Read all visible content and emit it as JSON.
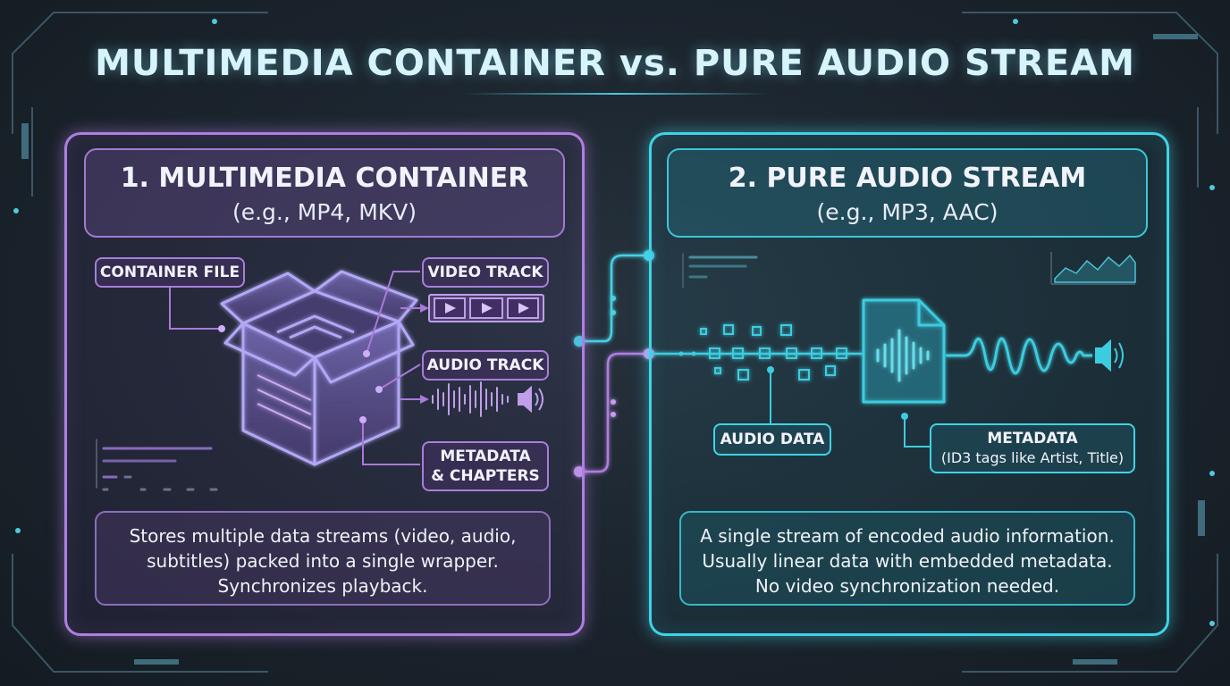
{
  "title": "MULTIMEDIA CONTAINER vs. PURE AUDIO STREAM",
  "left": {
    "heading": "1. MULTIMEDIA CONTAINER",
    "subheading": "(e.g., MP4, MKV)",
    "labels": {
      "container_file": "CONTAINER FILE",
      "video_track": "VIDEO TRACK",
      "audio_track": "AUDIO TRACK",
      "metadata_line1": "METADATA",
      "metadata_line2": "& CHAPTERS"
    },
    "description": [
      "Stores multiple data streams (video, audio,",
      "subtitles) packed into a single wrapper.",
      "Synchronizes playback."
    ],
    "accent": "#b07ee0"
  },
  "right": {
    "heading": "2. PURE AUDIO STREAM",
    "subheading": "(e.g., MP3, AAC)",
    "labels": {
      "audio_data": "AUDIO DATA",
      "metadata_title": "METADATA",
      "metadata_detail": "(ID3 tags like Artist, Title)"
    },
    "description": [
      "A single stream of encoded audio information.",
      "Usually linear data with embedded metadata.",
      "No video synchronization needed."
    ],
    "accent": "#3fd3e6"
  },
  "icons": [
    "box-icon",
    "film-strip-icon",
    "waveform-icon",
    "speaker-icon",
    "audio-file-icon",
    "data-blocks-icon",
    "mini-chart-icon"
  ]
}
